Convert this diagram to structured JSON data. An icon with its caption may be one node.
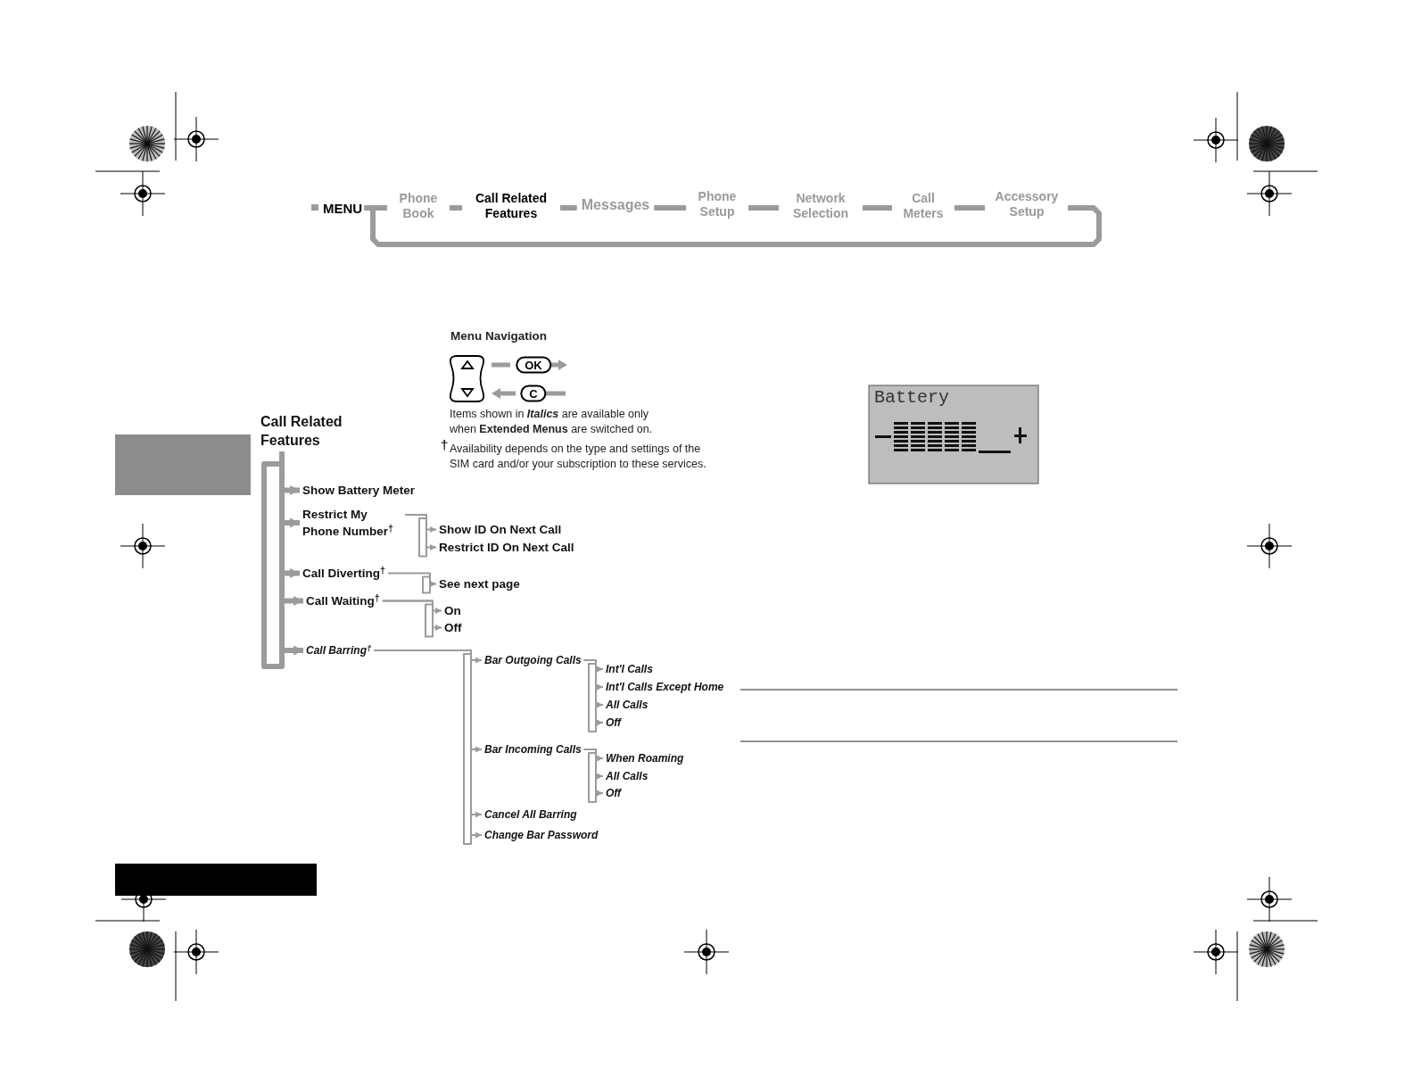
{
  "diagram": {
    "nodes": [
      {
        "text": [
          "MENU"
        ]
      },
      {
        "text": [
          "Phone Book"
        ]
      },
      {
        "text": [
          "Call Related Features"
        ]
      },
      {
        "text": [
          "Messages"
        ]
      },
      {
        "text": [
          "Phone Setup"
        ]
      },
      {
        "text": [
          "Network Selection"
        ]
      },
      {
        "text": [
          "Call Meters"
        ]
      },
      {
        "text": [
          "Accessory Setup"
        ]
      },
      {
        "text": [
          "OK"
        ]
      },
      {
        "text": [
          "C"
        ]
      },
      {
        "text": [
          "Call Related Features"
        ]
      },
      {
        "text": [
          "Show Battery Meter"
        ]
      },
      {
        "text": [
          "Restrict My Phone Number$^{†}$"
        ]
      },
      {
        "text": [
          "Show ID On Next Call"
        ]
      },
      {
        "text": [
          "Restrict ID On Next Call"
        ]
      },
      {
        "text": [
          "Call Diverting$^{†}$"
        ]
      },
      {
        "text": [
          "See next page"
        ]
      },
      {
        "text": [
          "Call Waiting$^{†}$"
        ]
      },
      {
        "text": [
          "On"
        ]
      },
      {
        "text": [
          "Off"
        ]
      },
      {
        "text": [
          "Call Barring$^{†}$"
        ]
      },
      {
        "text": [
          "Bar Outgoing Calls"
        ]
      },
      {
        "text": [
          "Int'l Calls"
        ]
      },
      {
        "text": [
          "Int'l Calls Except Home"
        ]
      },
      {
        "text": [
          "All Calls"
        ]
      },
      {
        "text": [
          "Off"
        ]
      },
      {
        "text": [
          "Bar Incoming Calls"
        ]
      },
      {
        "text": [
          "When Roaming"
        ]
      },
      {
        "text": [
          "All Calls"
        ]
      },
      {
        "text": [
          "Off"
        ]
      },
      {
        "text": [
          "Cancel All Barring"
        ]
      },
      {
        "text": [
          "Change Bar Password"
        ]
      },
      {
        "text": [],
        "shape": "box"
      },
      {
        "text": [],
        "shape": "box"
      }
    ],
    "edges": [
      {
        "from": 0,
        "to": 1,
        "arrow": "none",
        "style": "thick"
      },
      {
        "from": 1,
        "to": 2,
        "arrow": "none",
        "style": "thick"
      },
      {
        "from": 2,
        "to": 3,
        "arrow": "none",
        "style": "thick"
      },
      {
        "from": 3,
        "to": 4,
        "arrow": "none",
        "style": "thick"
      },
      {
        "from": 4,
        "to": 5,
        "arrow": "none",
        "style": "thick"
      },
      {
        "from": 5,
        "to": 6,
        "arrow": "none",
        "style": "thick"
      },
      {
        "from": 6,
        "to": 7,
        "arrow": "none",
        "style": "thick"
      },
      {
        "from": 7,
        "to": 0,
        "arrow": "none",
        "style": "thick"
      },
      {
        "from": 10,
        "to": 11,
        "arrow": "to",
        "style": "thick"
      },
      {
        "from": 10,
        "to": 12,
        "arrow": "to",
        "style": "thick"
      },
      {
        "from": 10,
        "to": 15,
        "arrow": "to",
        "style": "thick"
      },
      {
        "from": 10,
        "to": 17,
        "arrow": "to",
        "style": "thick"
      },
      {
        "from": 10,
        "to": 20,
        "arrow": "to",
        "style": "thick"
      },
      {
        "from": 12,
        "to": 13,
        "arrow": "to"
      },
      {
        "from": 12,
        "to": 14,
        "arrow": "to"
      },
      {
        "from": 15,
        "to": 16,
        "arrow": "to"
      },
      {
        "from": 17,
        "to": 18,
        "arrow": "to"
      },
      {
        "from": 17,
        "to": 19,
        "arrow": "to"
      },
      {
        "from": 20,
        "to": 21,
        "arrow": "to"
      },
      {
        "from": 20,
        "to": 26,
        "arrow": "to"
      },
      {
        "from": 20,
        "to": 30,
        "arrow": "to"
      },
      {
        "from": 20,
        "to": 31,
        "arrow": "to"
      },
      {
        "from": 21,
        "to": 22,
        "arrow": "to"
      },
      {
        "from": 21,
        "to": 23,
        "arrow": "to"
      },
      {
        "from": 21,
        "to": 24,
        "arrow": "to"
      },
      {
        "from": 21,
        "to": 25,
        "arrow": "to"
      },
      {
        "from": 26,
        "to": 27,
        "arrow": "to"
      },
      {
        "from": 26,
        "to": 28,
        "arrow": "to"
      },
      {
        "from": 26,
        "to": 29,
        "arrow": "to"
      }
    ],
    "labels": [
      "Menu Navigation",
      "Items shown in **Italics** are available only when **Extended Menus** are switched on.",
      "†",
      "Availability depends on the type and settings of the SIM card and/or your subscription to these services.",
      "Battery"
    ]
  }
}
